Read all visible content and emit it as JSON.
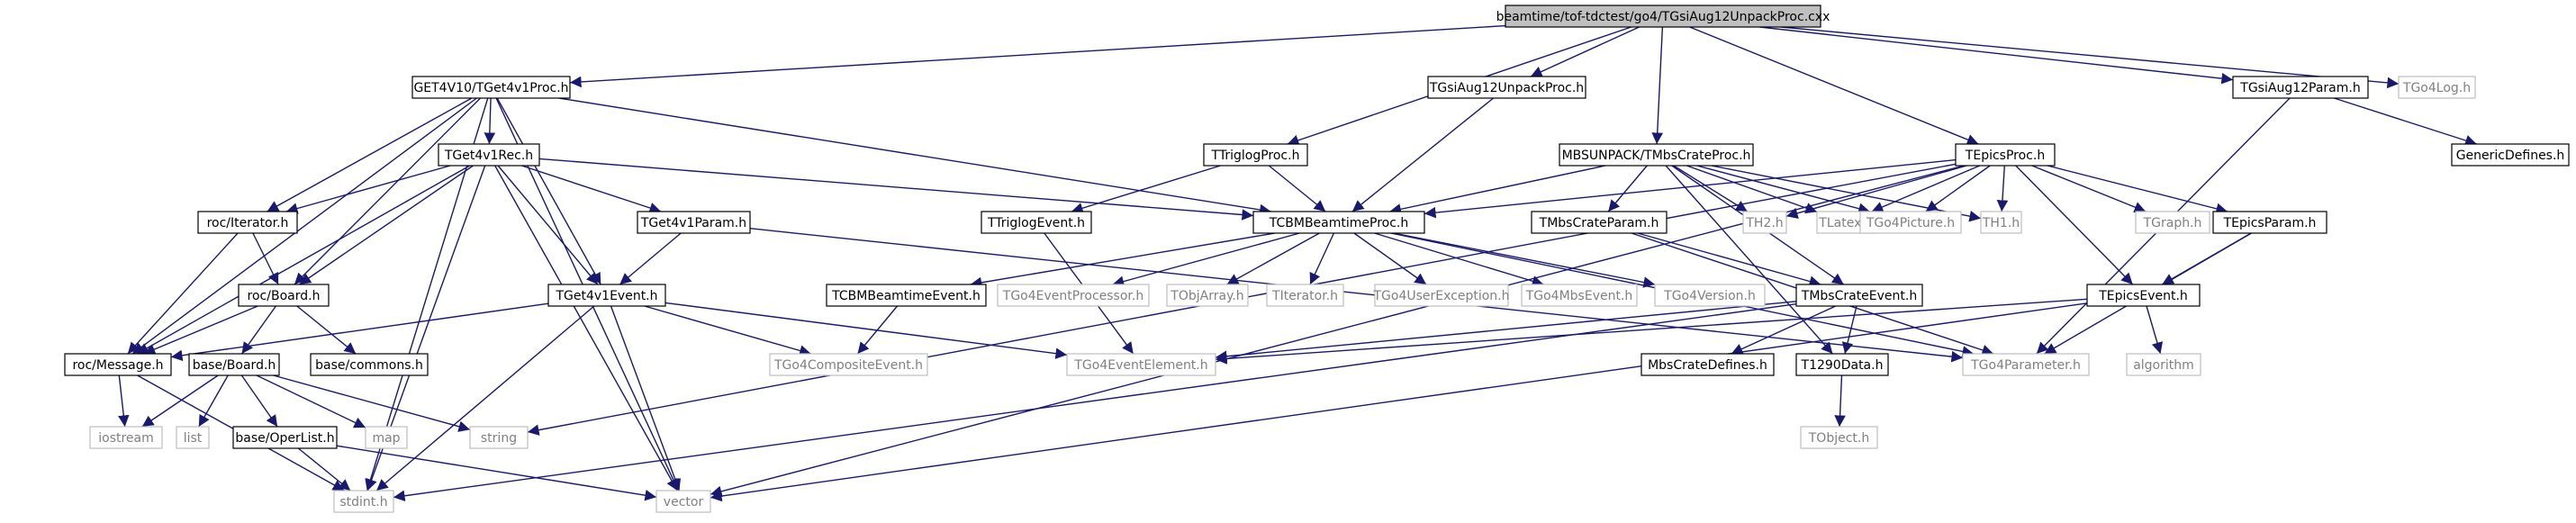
{
  "graph": {
    "type": "include-dependency-graph",
    "colors": {
      "edge": "#191970",
      "node_border": "#000000",
      "root_fill": "#bfbfbf",
      "external_border": "#bfbfbf",
      "external_text": "#808080",
      "text": "#000000"
    },
    "nodes": [
      {
        "id": "root",
        "label": "beamtime/tof-tdctest/go4/TGsiAug12UnpackProc.cxx",
        "kind": "root"
      },
      {
        "id": "tget4v1proc",
        "label": "GET4V10/TGet4v1Proc.h",
        "kind": "local"
      },
      {
        "id": "tgsiaug12unpackproc",
        "label": "TGsiAug12UnpackProc.h",
        "kind": "local"
      },
      {
        "id": "tgsiaug12param",
        "label": "TGsiAug12Param.h",
        "kind": "local"
      },
      {
        "id": "tgo4log",
        "label": "TGo4Log.h",
        "kind": "external"
      },
      {
        "id": "genericdefines",
        "label": "GenericDefines.h",
        "kind": "local"
      },
      {
        "id": "tmbscrateproc",
        "label": "MBSUNPACK/TMbsCrateProc.h",
        "kind": "local"
      },
      {
        "id": "tepicsproc",
        "label": "TEpicsProc.h",
        "kind": "local"
      },
      {
        "id": "ttriglogproc",
        "label": "TTriglogProc.h",
        "kind": "local"
      },
      {
        "id": "tget4v1rec",
        "label": "TGet4v1Rec.h",
        "kind": "local"
      },
      {
        "id": "roc_iterator",
        "label": "roc/Iterator.h",
        "kind": "local"
      },
      {
        "id": "tget4v1param",
        "label": "TGet4v1Param.h",
        "kind": "local"
      },
      {
        "id": "ttriglogevent",
        "label": "TTriglogEvent.h",
        "kind": "local"
      },
      {
        "id": "tcbmbeamtimeproc",
        "label": "TCBMBeamtimeProc.h",
        "kind": "local"
      },
      {
        "id": "tmbscrateparam",
        "label": "TMbsCrateParam.h",
        "kind": "local"
      },
      {
        "id": "th2",
        "label": "TH2.h",
        "kind": "external"
      },
      {
        "id": "tlatex",
        "label": "TLatex.h",
        "kind": "external"
      },
      {
        "id": "tgo4picture",
        "label": "TGo4Picture.h",
        "kind": "external"
      },
      {
        "id": "th1",
        "label": "TH1.h",
        "kind": "external"
      },
      {
        "id": "tgraph",
        "label": "TGraph.h",
        "kind": "external"
      },
      {
        "id": "tepicsparam",
        "label": "TEpicsParam.h",
        "kind": "local"
      },
      {
        "id": "roc_board",
        "label": "roc/Board.h",
        "kind": "local"
      },
      {
        "id": "tget4v1event",
        "label": "TGet4v1Event.h",
        "kind": "local"
      },
      {
        "id": "tcbmbeamtimeevent",
        "label": "TCBMBeamtimeEvent.h",
        "kind": "local"
      },
      {
        "id": "tgo4eventprocessor",
        "label": "TGo4EventProcessor.h",
        "kind": "external"
      },
      {
        "id": "tobjarray",
        "label": "TObjArray.h",
        "kind": "external"
      },
      {
        "id": "titerator",
        "label": "TIterator.h",
        "kind": "external"
      },
      {
        "id": "tgo4userexception",
        "label": "TGo4UserException.h",
        "kind": "external"
      },
      {
        "id": "tgo4mbsevent",
        "label": "TGo4MbsEvent.h",
        "kind": "external"
      },
      {
        "id": "tgo4version",
        "label": "TGo4Version.h",
        "kind": "external"
      },
      {
        "id": "tmbscrateevent",
        "label": "TMbsCrateEvent.h",
        "kind": "local"
      },
      {
        "id": "tepicsevent",
        "label": "TEpicsEvent.h",
        "kind": "local"
      },
      {
        "id": "base_commons",
        "label": "base/commons.h",
        "kind": "local"
      },
      {
        "id": "roc_message",
        "label": "roc/Message.h",
        "kind": "local"
      },
      {
        "id": "base_board",
        "label": "base/Board.h",
        "kind": "local"
      },
      {
        "id": "tgo4compositeevent",
        "label": "TGo4CompositeEvent.h",
        "kind": "external"
      },
      {
        "id": "tgo4eventelement",
        "label": "TGo4EventElement.h",
        "kind": "external"
      },
      {
        "id": "mbscratedefines",
        "label": "MbsCrateDefines.h",
        "kind": "local"
      },
      {
        "id": "t1290data",
        "label": "T1290Data.h",
        "kind": "local"
      },
      {
        "id": "tgo4parameter",
        "label": "TGo4Parameter.h",
        "kind": "external"
      },
      {
        "id": "algorithm",
        "label": "algorithm",
        "kind": "external"
      },
      {
        "id": "iostream",
        "label": "iostream",
        "kind": "external"
      },
      {
        "id": "list",
        "label": "list",
        "kind": "external"
      },
      {
        "id": "base_operlist",
        "label": "base/OperList.h",
        "kind": "local"
      },
      {
        "id": "map",
        "label": "map",
        "kind": "external"
      },
      {
        "id": "string",
        "label": "string",
        "kind": "external"
      },
      {
        "id": "tobject",
        "label": "TObject.h",
        "kind": "external"
      },
      {
        "id": "stdint",
        "label": "stdint.h",
        "kind": "external"
      },
      {
        "id": "vector",
        "label": "vector",
        "kind": "external"
      }
    ],
    "edges": [
      [
        "root",
        "tget4v1proc"
      ],
      [
        "root",
        "tgsiaug12unpackproc"
      ],
      [
        "root",
        "tgsiaug12param"
      ],
      [
        "root",
        "tgo4log"
      ],
      [
        "root",
        "tmbscrateproc"
      ],
      [
        "root",
        "tepicsproc"
      ],
      [
        "root",
        "ttriglogproc"
      ],
      [
        "tget4v1proc",
        "tget4v1rec"
      ],
      [
        "tget4v1proc",
        "roc_iterator"
      ],
      [
        "tget4v1proc",
        "roc_board"
      ],
      [
        "tget4v1proc",
        "roc_message"
      ],
      [
        "tget4v1proc",
        "tget4v1event"
      ],
      [
        "tget4v1proc",
        "tcbmbeamtimeproc"
      ],
      [
        "tget4v1proc",
        "stdint"
      ],
      [
        "tget4v1proc",
        "vector"
      ],
      [
        "tget4v1rec",
        "roc_iterator"
      ],
      [
        "tget4v1rec",
        "roc_board"
      ],
      [
        "tget4v1rec",
        "roc_message"
      ],
      [
        "tget4v1rec",
        "tget4v1param"
      ],
      [
        "tget4v1rec",
        "tget4v1event"
      ],
      [
        "tget4v1rec",
        "tcbmbeamtimeproc"
      ],
      [
        "tget4v1rec",
        "stdint"
      ],
      [
        "tget4v1rec",
        "vector"
      ],
      [
        "roc_iterator",
        "roc_board"
      ],
      [
        "roc_iterator",
        "roc_message"
      ],
      [
        "roc_board",
        "roc_message"
      ],
      [
        "roc_board",
        "base_board"
      ],
      [
        "roc_board",
        "base_commons"
      ],
      [
        "roc_message",
        "iostream"
      ],
      [
        "roc_message",
        "stdint"
      ],
      [
        "base_board",
        "iostream"
      ],
      [
        "base_board",
        "list"
      ],
      [
        "base_board",
        "base_operlist"
      ],
      [
        "base_board",
        "map"
      ],
      [
        "base_board",
        "string"
      ],
      [
        "base_operlist",
        "stdint"
      ],
      [
        "base_operlist",
        "vector"
      ],
      [
        "tget4v1param",
        "tget4v1event"
      ],
      [
        "tget4v1param",
        "tgo4parameter"
      ],
      [
        "tget4v1event",
        "roc_message"
      ],
      [
        "tget4v1event",
        "tgo4compositeevent"
      ],
      [
        "tget4v1event",
        "tgo4eventelement"
      ],
      [
        "tget4v1event",
        "stdint"
      ],
      [
        "tget4v1event",
        "vector"
      ],
      [
        "tgsiaug12unpackproc",
        "tcbmbeamtimeproc"
      ],
      [
        "tgsiaug12param",
        "genericdefines"
      ],
      [
        "tgsiaug12param",
        "tgo4parameter"
      ],
      [
        "ttriglogproc",
        "ttriglogevent"
      ],
      [
        "ttriglogproc",
        "tcbmbeamtimeproc"
      ],
      [
        "ttriglogevent",
        "tgo4eventelement"
      ],
      [
        "tcbmbeamtimeproc",
        "tcbmbeamtimeevent"
      ],
      [
        "tcbmbeamtimeproc",
        "tgo4eventprocessor"
      ],
      [
        "tcbmbeamtimeproc",
        "tobjarray"
      ],
      [
        "tcbmbeamtimeproc",
        "titerator"
      ],
      [
        "tcbmbeamtimeproc",
        "tgo4userexception"
      ],
      [
        "tcbmbeamtimeproc",
        "tgo4mbsevent"
      ],
      [
        "tcbmbeamtimeproc",
        "tgo4version"
      ],
      [
        "tcbmbeamtimeproc",
        "tgo4parameter"
      ],
      [
        "tcbmbeamtimeevent",
        "tgo4compositeevent"
      ],
      [
        "tmbscrateproc",
        "tcbmbeamtimeproc"
      ],
      [
        "tmbscrateproc",
        "tmbscrateparam"
      ],
      [
        "tmbscrateproc",
        "th2"
      ],
      [
        "tmbscrateproc",
        "tlatex"
      ],
      [
        "tmbscrateproc",
        "tgo4picture"
      ],
      [
        "tmbscrateproc",
        "th1"
      ],
      [
        "tmbscrateproc",
        "tmbscrateevent"
      ],
      [
        "tmbscrateproc",
        "t1290data"
      ],
      [
        "tmbscrateparam",
        "tgo4parameter"
      ],
      [
        "tmbscrateparam",
        "tmbscrateevent"
      ],
      [
        "tmbscrateevent",
        "tgo4eventelement"
      ],
      [
        "tmbscrateevent",
        "mbscratedefines"
      ],
      [
        "tmbscrateevent",
        "t1290data"
      ],
      [
        "tmbscrateevent",
        "stdint"
      ],
      [
        "t1290data",
        "tobject"
      ],
      [
        "tepicsproc",
        "tcbmbeamtimeproc"
      ],
      [
        "tepicsproc",
        "th2"
      ],
      [
        "tepicsproc",
        "tlatex"
      ],
      [
        "tepicsproc",
        "tgo4picture"
      ],
      [
        "tepicsproc",
        "th1"
      ],
      [
        "tepicsproc",
        "tgraph"
      ],
      [
        "tepicsproc",
        "tepicsparam"
      ],
      [
        "tepicsproc",
        "tepicsevent"
      ],
      [
        "tepicsproc",
        "string"
      ],
      [
        "tepicsproc",
        "vector"
      ],
      [
        "tepicsparam",
        "tepicsevent"
      ],
      [
        "tepicsparam",
        "tgo4parameter"
      ],
      [
        "tepicsevent",
        "tgo4eventelement"
      ],
      [
        "tepicsevent",
        "algorithm"
      ],
      [
        "tepicsevent",
        "vector"
      ]
    ]
  }
}
